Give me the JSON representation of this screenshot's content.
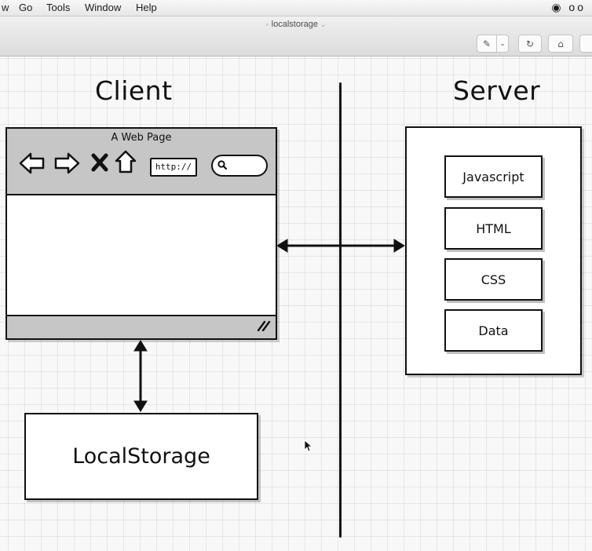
{
  "menubar": {
    "items": [
      "w",
      "Go",
      "Tools",
      "Window",
      "Help"
    ],
    "status_glyphs": "◉ ᴏᴏ"
  },
  "window": {
    "title": "localstorage",
    "toolbar_glyphs": {
      "pen": "✎",
      "dropdown": "⌄",
      "rotate": "↻",
      "briefcase": "⌂"
    }
  },
  "diagram": {
    "client_heading": "Client",
    "server_heading": "Server",
    "browser": {
      "title": "A Web Page",
      "url_text": "http://"
    },
    "server_items": [
      "Javascript",
      "HTML",
      "CSS",
      "Data"
    ],
    "storage_label": "LocalStorage"
  },
  "colors": {
    "ink": "#111111",
    "browser_chrome": "#c6c6c6",
    "canvas": "#f8f8f8"
  }
}
